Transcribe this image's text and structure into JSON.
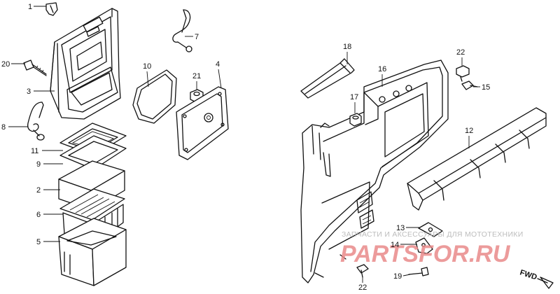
{
  "parts": [
    {
      "id": "1",
      "label": "1"
    },
    {
      "id": "2",
      "label": "2"
    },
    {
      "id": "3",
      "label": "3"
    },
    {
      "id": "4",
      "label": "4"
    },
    {
      "id": "5",
      "label": "5"
    },
    {
      "id": "6",
      "label": "6"
    },
    {
      "id": "7",
      "label": "7"
    },
    {
      "id": "8",
      "label": "8"
    },
    {
      "id": "9",
      "label": "9"
    },
    {
      "id": "10",
      "label": "10"
    },
    {
      "id": "11",
      "label": "11"
    },
    {
      "id": "12",
      "label": "12"
    },
    {
      "id": "13",
      "label": "13"
    },
    {
      "id": "14",
      "label": "14"
    },
    {
      "id": "15",
      "label": "15"
    },
    {
      "id": "16",
      "label": "16"
    },
    {
      "id": "17",
      "label": "17"
    },
    {
      "id": "18",
      "label": "18"
    },
    {
      "id": "19",
      "label": "19"
    },
    {
      "id": "20",
      "label": "20"
    },
    {
      "id": "21",
      "label": "21"
    },
    {
      "id": "22a",
      "label": "22"
    },
    {
      "id": "22b",
      "label": "22"
    }
  ],
  "direction_marker": "FWD",
  "watermark": {
    "tagline": "ЗАПЧАСТИ И АКСЕССУАРЫ ДЛЯ МОТОТЕХНИКИ",
    "brand": "PARTSFOR.RU"
  },
  "colors": {
    "line": "#111111",
    "watermark_brand": "#e98a8a",
    "watermark_tagline": "#bdbdbd"
  }
}
